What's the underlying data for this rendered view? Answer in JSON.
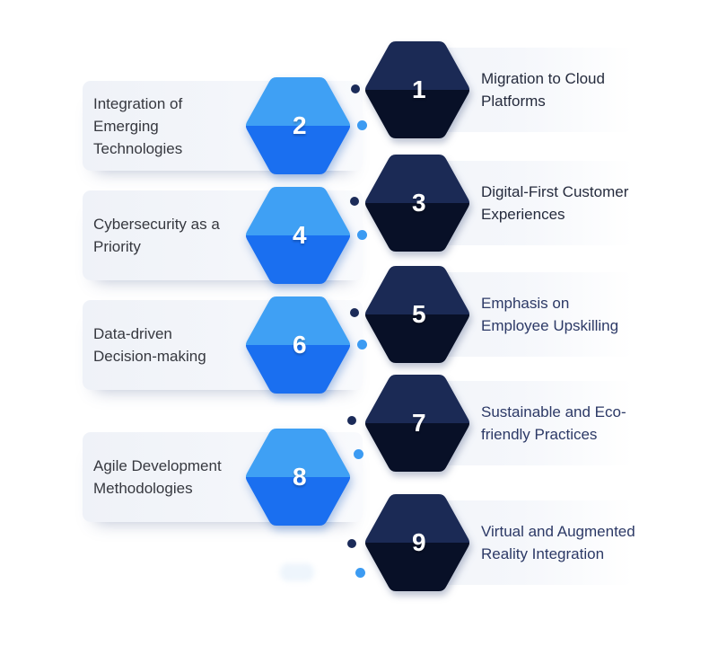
{
  "infographic": {
    "colors": {
      "dark_hex_top": "#1b2a55",
      "dark_hex_bottom": "#081027",
      "blue_hex_top": "#3fa0f4",
      "blue_hex_bottom": "#1a6ff0",
      "dot_dark": "#1b2b59",
      "dot_blue": "#3c9bf2",
      "number": "#ffffff",
      "band_tint": "#f1f4f9",
      "right_label_dark": "#252b3d",
      "right_label_navy": "#2c3966",
      "left_label": "#36383f"
    },
    "items": [
      {
        "number": "1",
        "variant": "dark",
        "side": "right",
        "text_color": "#252b3d",
        "lines": [
          "Migration to Cloud",
          "Platforms"
        ]
      },
      {
        "number": "2",
        "variant": "blue",
        "side": "left",
        "text_color": "#36383f",
        "lines": [
          "Integration of",
          "Emerging",
          "Technologies"
        ]
      },
      {
        "number": "3",
        "variant": "dark",
        "side": "right",
        "text_color": "#252b3d",
        "lines": [
          "Digital-First Customer",
          "Experiences"
        ]
      },
      {
        "number": "4",
        "variant": "blue",
        "side": "left",
        "text_color": "#36383f",
        "lines": [
          "Cybersecurity as a",
          "Priority"
        ]
      },
      {
        "number": "5",
        "variant": "dark",
        "side": "right",
        "text_color": "#2c3966",
        "lines": [
          "Emphasis on",
          "Employee Upskilling"
        ]
      },
      {
        "number": "6",
        "variant": "blue",
        "side": "left",
        "text_color": "#36383f",
        "lines": [
          "Data-driven",
          "Decision-making"
        ]
      },
      {
        "number": "7",
        "variant": "dark",
        "side": "right",
        "text_color": "#2c3966",
        "lines": [
          "Sustainable and Eco-",
          "friendly Practices"
        ]
      },
      {
        "number": "8",
        "variant": "blue",
        "side": "left",
        "text_color": "#36383f",
        "lines": [
          "Agile Development",
          "Methodologies"
        ]
      },
      {
        "number": "9",
        "variant": "dark",
        "side": "right",
        "text_color": "#2c3966",
        "lines": [
          "Virtual and Augmented",
          "Reality Integration"
        ]
      }
    ]
  }
}
